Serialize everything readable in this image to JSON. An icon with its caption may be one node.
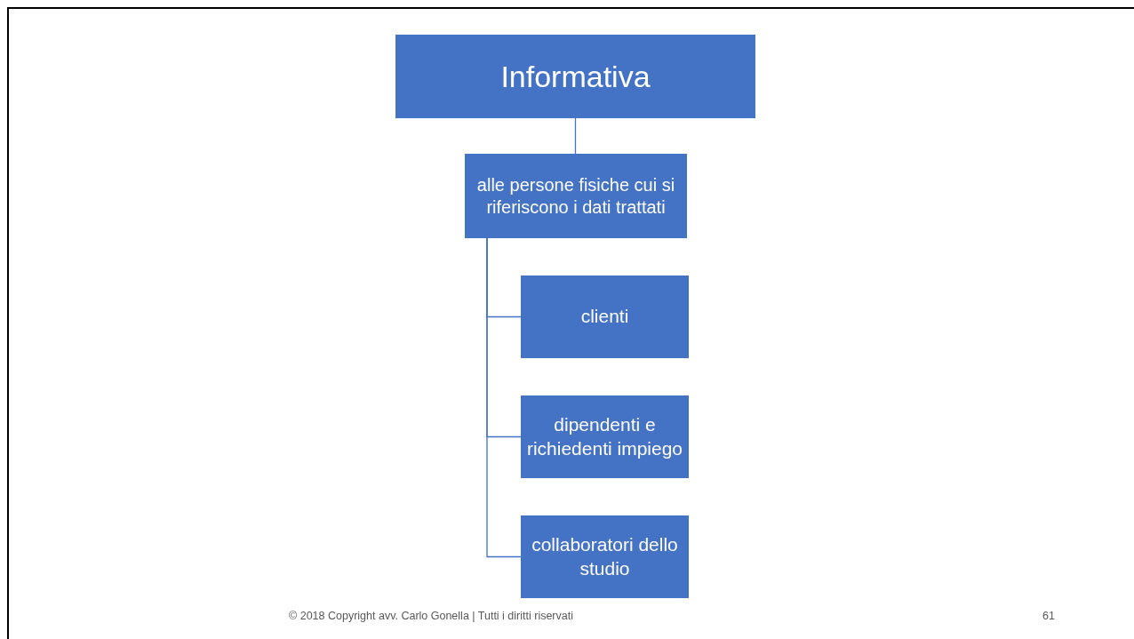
{
  "diagram": {
    "nodes": [
      {
        "text": [
          "Informativa"
        ]
      },
      {
        "text": [
          "alle persone fisiche cui si riferiscono i dati trattati"
        ]
      },
      {
        "text": [
          "clienti"
        ]
      },
      {
        "text": [
          "dipendenti e richiedenti impiego"
        ]
      },
      {
        "text": [
          "collaboratori dello studio"
        ]
      }
    ],
    "edges": [
      {
        "from": 0,
        "to": 1,
        "arrow": "none"
      },
      {
        "from": 1,
        "to": 2,
        "arrow": "none"
      },
      {
        "from": 1,
        "to": 3,
        "arrow": "none"
      },
      {
        "from": 1,
        "to": 4,
        "arrow": "none"
      }
    ],
    "labels": [
      "© 2018 Copyright avv. Carlo Gonella | Tutti i diritti riservati",
      "61"
    ]
  }
}
